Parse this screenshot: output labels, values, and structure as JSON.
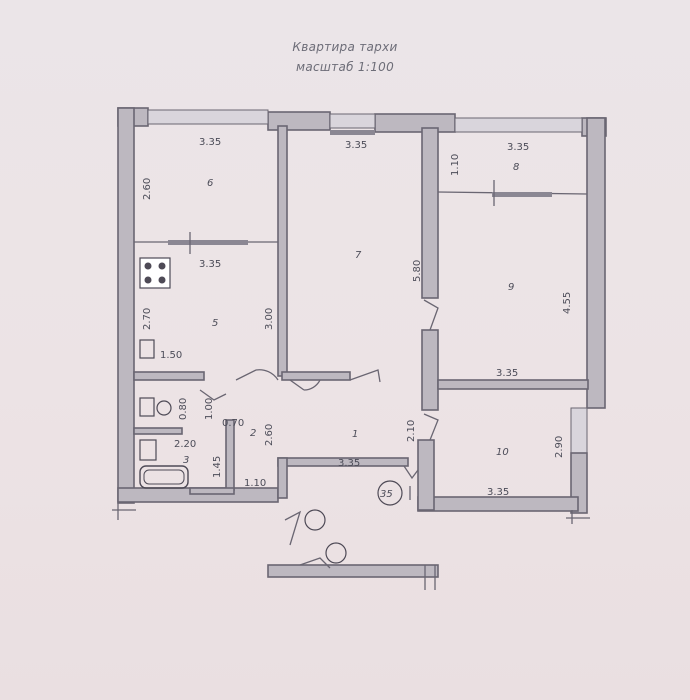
{
  "title": {
    "line1": "Квартира тархи",
    "line2": "масштаб 1:100"
  },
  "rooms": [
    {
      "id": "1",
      "label": "1"
    },
    {
      "id": "2",
      "label": "2"
    },
    {
      "id": "3",
      "label": "3"
    },
    {
      "id": "5",
      "label": "5"
    },
    {
      "id": "6",
      "label": "6"
    },
    {
      "id": "7",
      "label": "7"
    },
    {
      "id": "8",
      "label": "8"
    },
    {
      "id": "9",
      "label": "9"
    },
    {
      "id": "10",
      "label": "10"
    }
  ],
  "dimensions": {
    "r6_width": "3.35",
    "r6_height": "2.60",
    "r7_width": "3.35",
    "r7_height": "5.80",
    "r8_width": "3.35",
    "r8_height": "1.10",
    "r5_width": "3.35",
    "r5_height": "2.70",
    "r5_wall": "3.00",
    "r9_height": "4.55",
    "r9_bottom": "3.35",
    "small_150": "1.50",
    "r2_a": "1.00",
    "r2_b": "0.80",
    "r2_c": "0.70",
    "r2_d": "2.60",
    "r3_w": "2.20",
    "r3_h": "1.45",
    "hall_bottom": "1.10",
    "r1_bottom": "3.35",
    "r1_side": "2.10",
    "r10_height": "2.90",
    "r10_bottom": "3.35"
  },
  "apartment_number": "35"
}
